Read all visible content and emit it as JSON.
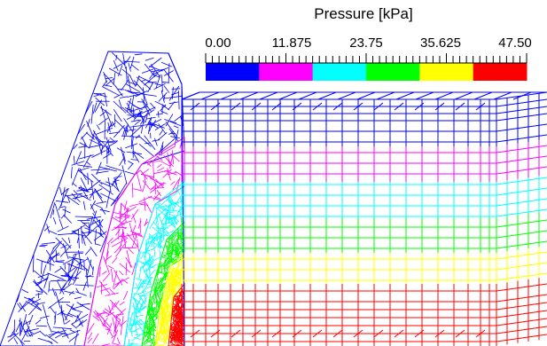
{
  "legend": {
    "title": "Pressure [kPa]",
    "tick_labels": [
      "0.00",
      "11.875",
      "23.75",
      "35.625",
      "47.50"
    ],
    "bands": [
      {
        "color": "#0000ff"
      },
      {
        "color": "#ff00ff"
      },
      {
        "color": "#00ffff"
      },
      {
        "color": "#00ff00"
      },
      {
        "color": "#ffff00"
      },
      {
        "color": "#ff0000"
      }
    ]
  },
  "colors": {
    "blue": "#0000ff",
    "magenta": "#ff00ff",
    "cyan": "#00ffff",
    "green": "#00ff00",
    "yellow": "#ffff00",
    "red": "#ff0000"
  }
}
